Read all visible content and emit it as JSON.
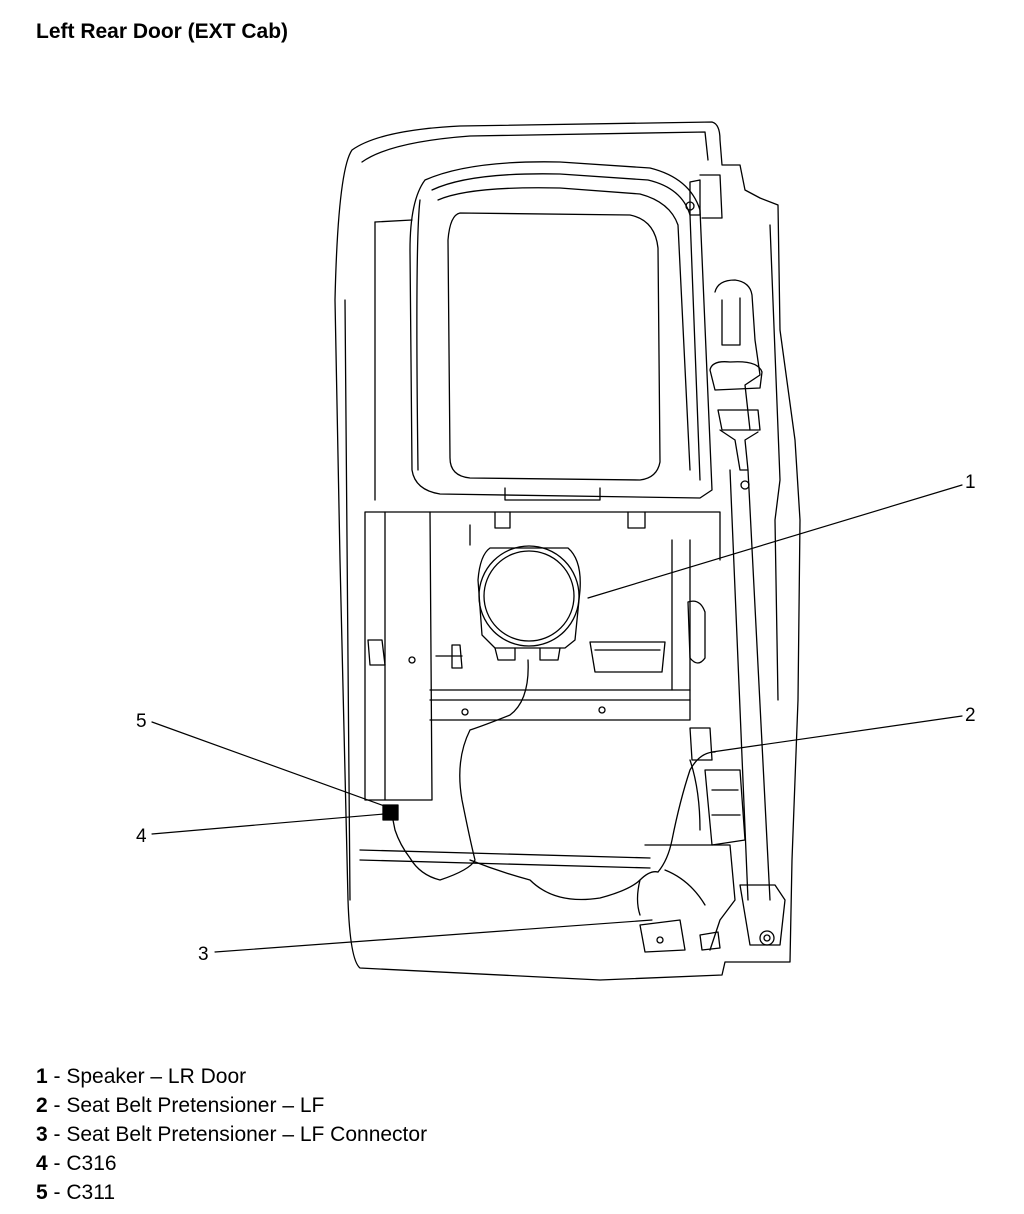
{
  "title": "Left Rear Door (EXT Cab)",
  "callouts": [
    {
      "number": "1",
      "description": "Speaker – LR Door"
    },
    {
      "number": "2",
      "description": "Seat Belt Pretensioner – LF"
    },
    {
      "number": "3",
      "description": "Seat Belt Pretensioner – LF Connector"
    },
    {
      "number": "4",
      "description": "C316"
    },
    {
      "number": "5",
      "description": "C311"
    }
  ],
  "legend_separator": " - "
}
